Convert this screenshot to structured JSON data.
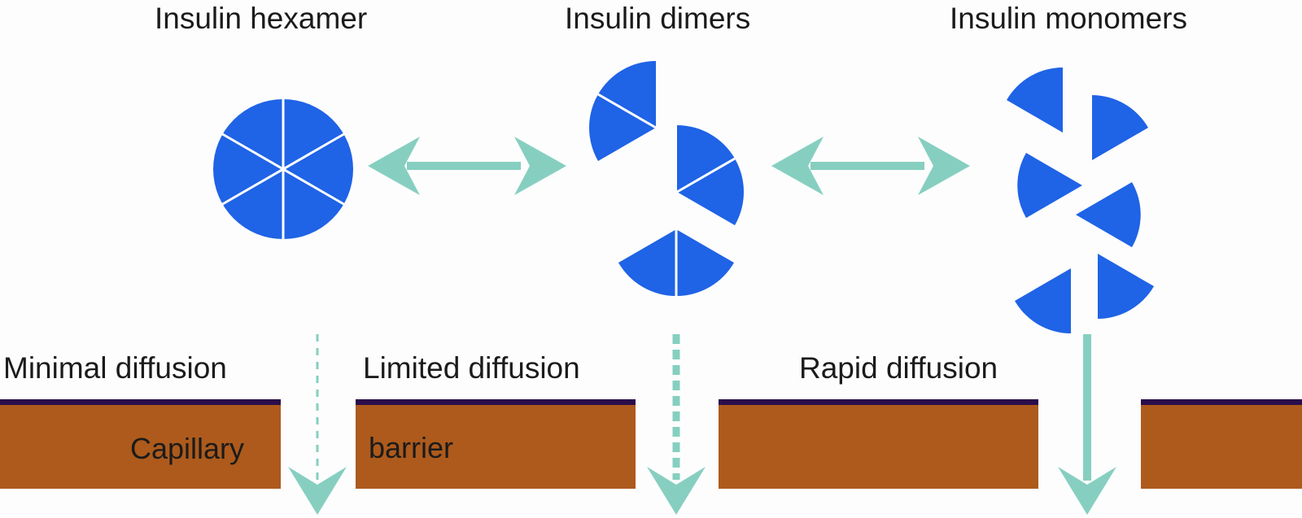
{
  "titles": {
    "hexamer": "Insulin hexamer",
    "dimers": "Insulin dimers",
    "monomers": "Insulin monomers"
  },
  "diffusion": {
    "minimal": "Minimal diffusion",
    "limited": "Limited diffusion",
    "rapid": "Rapid diffusion"
  },
  "barrier": {
    "word1": "Capillary",
    "word2": "barrier"
  },
  "colors": {
    "insulin": "#1f63e6",
    "arrow": "#86cfc0",
    "capillary": "#ad5a1c",
    "membrane": "#2a0d4a",
    "text": "#1b1b1b"
  }
}
